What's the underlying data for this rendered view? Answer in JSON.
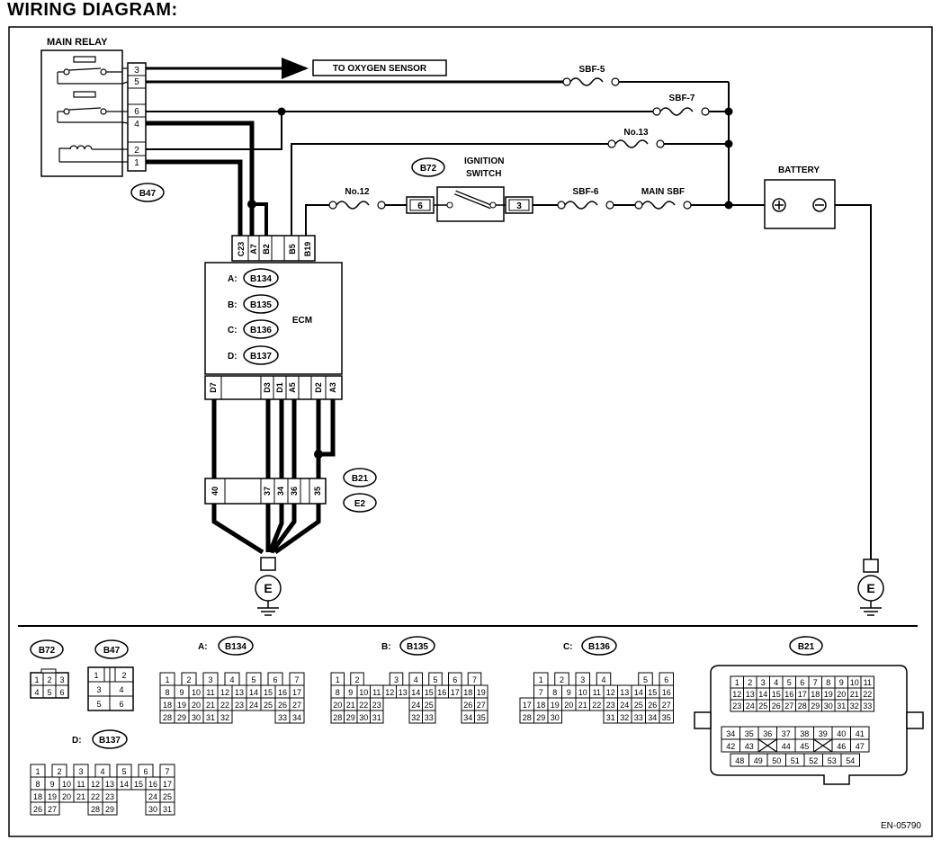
{
  "title": "WIRING DIAGRAM:",
  "labels": {
    "main_relay": "MAIN RELAY",
    "to_oxygen_sensor": "TO OXYGEN SENSOR",
    "sbf5": "SBF-5",
    "sbf7": "SBF-7",
    "no13": "No.13",
    "no12": "No.12",
    "ignition_switch_1": "IGNITION",
    "ignition_switch_2": "SWITCH",
    "sbf6": "SBF-6",
    "main_sbf": "MAIN SBF",
    "battery": "BATTERY",
    "ecm": "ECM",
    "ground_e": "E",
    "figure_code": "EN-05790"
  },
  "relay_pins": [
    "3",
    "5",
    "6",
    "4",
    "2",
    "1"
  ],
  "ignition_pins": {
    "left": "6",
    "right": "3"
  },
  "ecm_top_pins": [
    "C23",
    "A7",
    "B2",
    "B5",
    "B19"
  ],
  "ecm_bottom_pins": [
    "D7",
    "D3",
    "D1",
    "A5",
    "D2",
    "A3"
  ],
  "ground_conn_pins": [
    "40",
    "37",
    "34",
    "36",
    "35"
  ],
  "ecm_connectors": [
    {
      "prefix": "A:",
      "code": "B134"
    },
    {
      "prefix": "B:",
      "code": "B135"
    },
    {
      "prefix": "C:",
      "code": "B136"
    },
    {
      "prefix": "D:",
      "code": "B137"
    }
  ],
  "connector_codes": {
    "b47": "B47",
    "b72": "B72",
    "b21": "B21",
    "e2": "E2",
    "b134": "B134",
    "b135": "B135",
    "b136": "B136",
    "b137": "B137"
  },
  "connector_prefixes": {
    "a": "A:",
    "b": "B:",
    "c": "C:",
    "d": "D:"
  },
  "b72_pins": [
    [
      "1",
      "2",
      "3"
    ],
    [
      "4",
      "5",
      "6"
    ]
  ],
  "b47_pins": [
    [
      "1",
      "",
      "2"
    ],
    [
      "3",
      "4"
    ],
    [
      "5",
      "6"
    ]
  ],
  "b134_rows": [
    [
      "1",
      "2",
      "3",
      "4",
      "5",
      "6",
      "7"
    ],
    [
      "8",
      "9",
      "10",
      "11",
      "12",
      "13",
      "14",
      "15",
      "16",
      "17"
    ],
    [
      "18",
      "19",
      "20",
      "21",
      "22",
      "23",
      "24",
      "25",
      "26",
      "27"
    ],
    [
      "28",
      "29",
      "30",
      "31",
      "32",
      "33",
      "34"
    ]
  ],
  "b135_rows": [
    [
      "1",
      "2",
      "3",
      "4",
      "5",
      "6",
      "7"
    ],
    [
      "8",
      "9",
      "10",
      "11",
      "12",
      "13",
      "14",
      "15",
      "16",
      "17",
      "18",
      "19"
    ],
    [
      "20",
      "21",
      "22",
      "23",
      "24",
      "25",
      "26",
      "27"
    ],
    [
      "28",
      "29",
      "30",
      "31",
      "32",
      "33",
      "34",
      "35"
    ]
  ],
  "b136_rows": [
    [
      "1",
      "2",
      "3",
      "4",
      "5",
      "6"
    ],
    [
      "7",
      "8",
      "9",
      "10",
      "11",
      "12",
      "13",
      "14",
      "15",
      "16"
    ],
    [
      "17",
      "18",
      "19",
      "20",
      "21",
      "22",
      "23",
      "24",
      "25",
      "26",
      "27"
    ],
    [
      "28",
      "29",
      "30",
      "31",
      "32",
      "33",
      "34",
      "35"
    ]
  ],
  "b137_rows": [
    [
      "1",
      "2",
      "3",
      "4",
      "5",
      "6",
      "7"
    ],
    [
      "8",
      "9",
      "10",
      "11",
      "12",
      "13",
      "14",
      "15",
      "16",
      "17"
    ],
    [
      "18",
      "19",
      "20",
      "21",
      "22",
      "23",
      "24",
      "25"
    ],
    [
      "26",
      "27",
      "28",
      "29",
      "30",
      "31"
    ]
  ],
  "b21_rows": [
    [
      "1",
      "2",
      "3",
      "4",
      "5",
      "6",
      "7",
      "8",
      "9",
      "10",
      "11"
    ],
    [
      "12",
      "13",
      "14",
      "15",
      "16",
      "17",
      "18",
      "19",
      "20",
      "21",
      "22"
    ],
    [
      "23",
      "24",
      "25",
      "26",
      "27",
      "28",
      "29",
      "30",
      "31",
      "32",
      "33"
    ],
    [
      "34",
      "35",
      "36",
      "37",
      "38",
      "39",
      "40",
      "41"
    ],
    [
      "42",
      "43",
      "44",
      "45",
      "46",
      "47"
    ],
    [
      "48",
      "49",
      "50",
      "51",
      "52",
      "53",
      "54"
    ]
  ]
}
